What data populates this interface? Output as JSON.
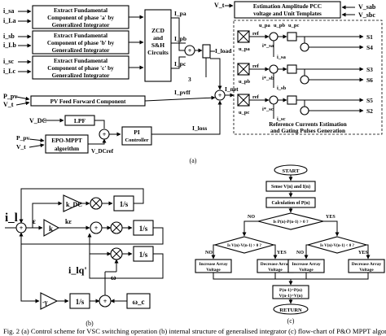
{
  "panel_a": {
    "blocks": {
      "extract_a": [
        "Extract Fundamental",
        "Component of phase 'a' by",
        "Generalized Integrator"
      ],
      "extract_b": [
        "Extract Fundamental",
        "Component of phase 'b' by",
        "Generalized Integrator"
      ],
      "extract_c": [
        "Extract Fundamental",
        "Component of phase 'c' by",
        "Generalized Integrator"
      ],
      "zcd": [
        "ZCD",
        "and",
        "S&H",
        "Circuits"
      ],
      "estimation": [
        "Estimation Amplitude PCC",
        "voltage and Unit Templates"
      ],
      "pv_feedforward": "PV Feed Forward Component",
      "lpf": "LPF",
      "pi": [
        "PI",
        "Controller"
      ],
      "mppt": [
        "EPO-MPPT",
        "algorithm"
      ],
      "reference_caption": [
        "Reference Currents Estimation",
        "and Gating Pulses Generation"
      ]
    },
    "signals": {
      "isa": "i_sa",
      "isb": "i_sb",
      "isc": "i_sc",
      "ila": "i_La",
      "ilb": "i_Lb",
      "ilc": "i_Lc",
      "ipa": "I_pa",
      "ipb": "I_pb",
      "ipc": "I_pc",
      "iload": "I_load",
      "inet": "I_net",
      "ipvff": "I_pvff",
      "iloss": "I_loss",
      "ppv": "P_pv",
      "vt": "V_t",
      "vdc": "V_DC",
      "vdcref": "V_DCref",
      "vsab": "V_sab",
      "vsbc": "V_sbc",
      "upa": "u_pa",
      "upb": "u_pb",
      "upc": "u_pc",
      "isa_ref": "i*_sa",
      "isb_ref": "i*_sb",
      "isc_ref": "i*_sc",
      "ref": "ref",
      "three": "3",
      "switches": [
        "S1",
        "S4",
        "S3",
        "S6",
        "S5",
        "S2"
      ]
    },
    "label": "(a)"
  },
  "panel_b": {
    "il": "i_l",
    "ilq": "i_lq'",
    "kdc": "k_DC",
    "k": "k",
    "ke": "kε",
    "eps": "ε",
    "gain": "-γ",
    "omega": "ω",
    "omega_c": "ω_c",
    "integrator": "1/s",
    "label": "(b)"
  },
  "panel_c": {
    "start": "START",
    "sense": "Sense V(n) and I(n)",
    "calc": "Calculation of P(n)",
    "decision_power": "Is P(n)-P(n-1) > 0 ?",
    "decision_v_left": "Is V(n)-V(n-1) > 0 ?",
    "decision_v_right": "Is V(n)-V(n-1) < 0 ?",
    "no": "NO",
    "yes": "YES",
    "increase": [
      "Increase Array",
      "Voltage"
    ],
    "decrease": [
      "Decrease Array",
      "Voltage"
    ],
    "update": [
      "P(n-1)=P(n)",
      "V(n-1)=V(n)"
    ],
    "return": "RETURN",
    "label": "(c)"
  },
  "caption": "Fig. 2 (a) Control scheme for VSC switching operation (b) internal structure of generalised integrator (c) flow-chart of P&O MPPT algorithm"
}
